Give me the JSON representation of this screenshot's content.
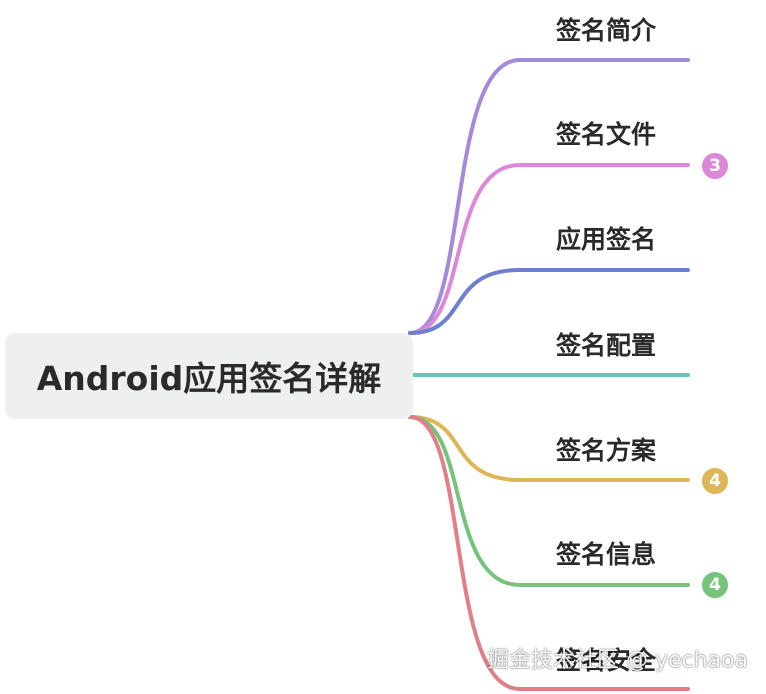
{
  "root": {
    "label": "Android应用签名详解"
  },
  "branches": [
    {
      "label": "签名简介",
      "color": "#a48ad9",
      "badge": ""
    },
    {
      "label": "签名文件",
      "color": "#dc88d8",
      "badge": "3"
    },
    {
      "label": "应用签名",
      "color": "#6f7fcf",
      "badge": ""
    },
    {
      "label": "签名配置",
      "color": "#63c7bb",
      "badge": ""
    },
    {
      "label": "签名方案",
      "color": "#dcb659",
      "badge": "4"
    },
    {
      "label": "签名信息",
      "color": "#76c47c",
      "badge": "4"
    },
    {
      "label": "签名安全",
      "color": "#e07f87",
      "badge": ""
    }
  ],
  "watermark": "掘金技术社区 @ yechaoa"
}
